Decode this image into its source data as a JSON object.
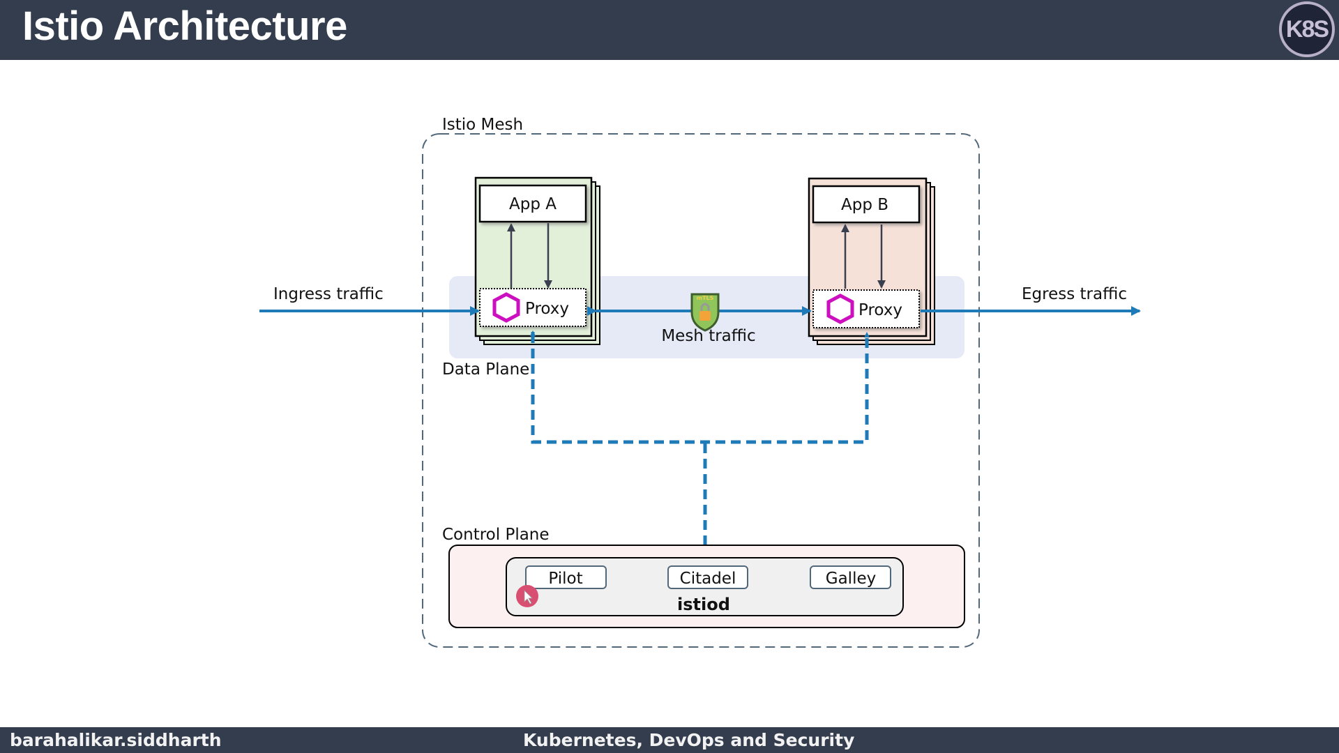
{
  "header": {
    "title": "Istio Architecture",
    "logo_text": "K8S"
  },
  "footer": {
    "author": "barahalikar.siddharth",
    "course": "Kubernetes, DevOps and Security"
  },
  "diagram": {
    "mesh_label": "Istio Mesh",
    "data_plane_label": "Data Plane",
    "control_plane_label": "Control Plane",
    "ingress_label": "Ingress traffic",
    "egress_label": "Egress traffic",
    "mesh_traffic_label": "Mesh traffic",
    "mtls_badge": "mTLS",
    "app_a": {
      "name": "App A",
      "proxy": "Proxy",
      "color": "#e2efd9"
    },
    "app_b": {
      "name": "App B",
      "proxy": "Proxy",
      "color": "#f6e1d8"
    },
    "control_plane": {
      "istiod_label": "istiod",
      "components": [
        "Pilot",
        "Citadel",
        "Galley"
      ]
    },
    "colors": {
      "traffic": "#1f7ab8",
      "proxy_icon": "#cc0fbf",
      "data_plane_band": "#e6e9f6",
      "control_plane_bg": "#fcf0f0",
      "mesh_border": "#51677a"
    }
  }
}
